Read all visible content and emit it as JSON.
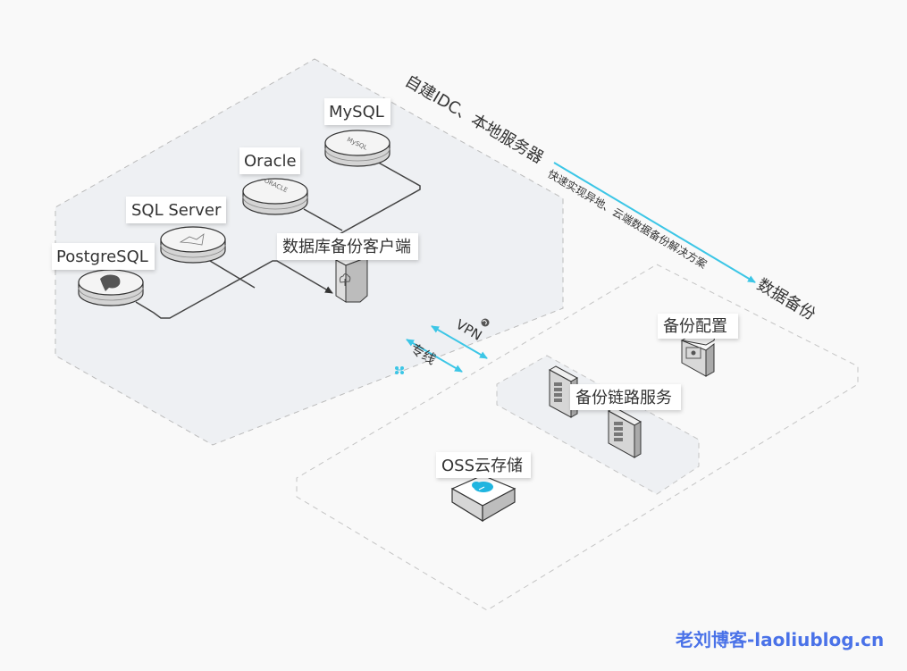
{
  "diagram": {
    "title_source": "自建IDC、本地服务器",
    "title_target": "数据备份",
    "flow_caption": "快速实现异地、云端数据备份解决方案",
    "accent_color": "#3cc6e6",
    "local_zone": {
      "databases": [
        {
          "label": "MySQL",
          "logo": "mysql-logo"
        },
        {
          "label": "Oracle",
          "logo": "oracle-logo"
        },
        {
          "label": "SQL Server",
          "logo": "sqlserver-logo"
        },
        {
          "label": "PostgreSQL",
          "logo": "postgresql-logo"
        }
      ],
      "client": {
        "label": "数据库备份客户端",
        "icon": "cloud-upload-icon"
      }
    },
    "connections": [
      {
        "label": "VPN",
        "icon": "globe-icon"
      },
      {
        "label": "专线",
        "icon": "network-icon"
      }
    ],
    "cloud_zone": {
      "config": {
        "label": "备份配置",
        "icon": "monitor-gear-icon"
      },
      "link_service": {
        "label": "备份链路服务",
        "icon": "server-icon"
      },
      "storage": {
        "label": "OSS云存储",
        "icon": "cloud-storage-icon"
      }
    }
  },
  "watermark": "老刘博客-laoliublog.cn"
}
